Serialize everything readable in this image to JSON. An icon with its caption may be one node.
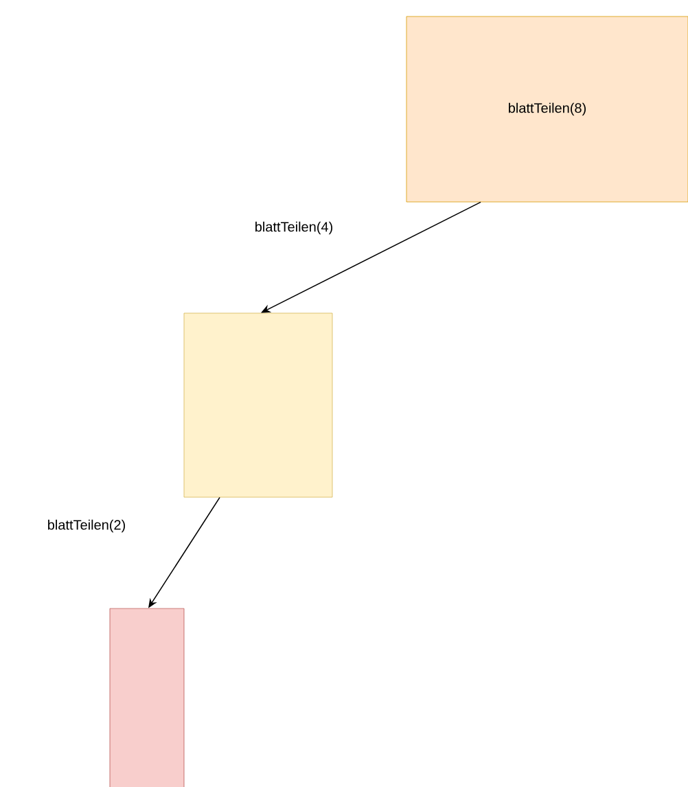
{
  "diagram": {
    "nodes": [
      {
        "text": [
          "blattTeilen(8)"
        ]
      },
      {
        "text": [],
        "shape": "box"
      },
      {
        "text": [],
        "shape": "box"
      }
    ],
    "edges": [
      {
        "from": 0,
        "to": 1,
        "arrow": "to",
        "label": "blattTeilen(4)"
      },
      {
        "from": 1,
        "to": 2,
        "arrow": "to",
        "label": "blattTeilen(2)"
      }
    ]
  }
}
